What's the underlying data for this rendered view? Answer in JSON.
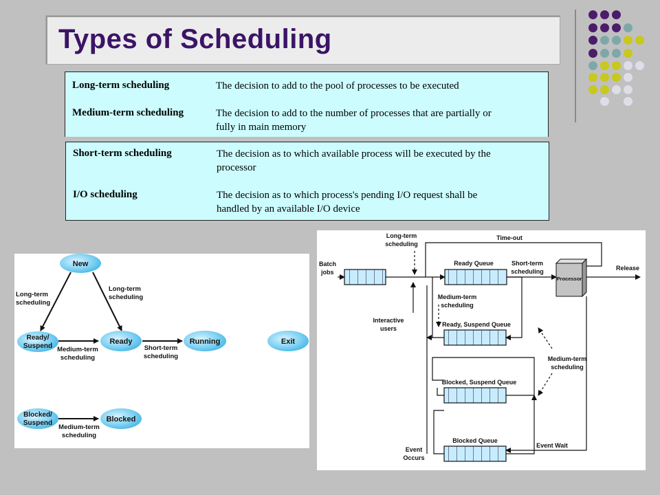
{
  "slide": {
    "title": "Types of Scheduling",
    "colors": {
      "title": "#3b1466",
      "def_bg": "#ccfcfe",
      "node_fill": "#5bc4ee"
    }
  },
  "definitions_top": [
    {
      "term": "Long-term scheduling",
      "desc": [
        "The decision to add to the pool of processes to be executed"
      ]
    },
    {
      "term": "Medium-term scheduling",
      "desc": [
        "The decision to add to the number of processes that are partially or",
        "fully in main memory"
      ]
    }
  ],
  "definitions_bottom": [
    {
      "term": "Short-term scheduling",
      "desc": [
        "The decision as to which available process will be executed by the",
        "processor"
      ]
    },
    {
      "term": "I/O scheduling",
      "desc": [
        "The decision as to which process's pending I/O request shall be",
        "handled by an available I/O device"
      ]
    }
  ],
  "state_diagram": {
    "nodes": {
      "new": "New",
      "ready_suspend": [
        "Ready/",
        "Suspend"
      ],
      "ready": "Ready",
      "running": "Running",
      "exit": "Exit",
      "blocked_suspend": [
        "Blocked/",
        "Suspend"
      ],
      "blocked": "Blocked"
    },
    "edges": {
      "new_to_rs": [
        "Long-term",
        "scheduling"
      ],
      "new_to_ready": [
        "Long-term",
        "scheduling"
      ],
      "rs_to_ready": [
        "Medium-term",
        "scheduling"
      ],
      "ready_to_running": [
        "Short-term",
        "scheduling"
      ],
      "bs_to_blocked": [
        "Medium-term",
        "scheduling"
      ]
    }
  },
  "queue_diagram": {
    "long_term": [
      "Long-term",
      "scheduling"
    ],
    "time_out": "Time-out",
    "batch_jobs": [
      "Batch",
      "jobs"
    ],
    "ready_queue": "Ready Queue",
    "short_term": [
      "Short-term",
      "scheduling"
    ],
    "processor": "Processor",
    "release": "Release",
    "medium_term_1": [
      "Medium-term",
      "scheduling"
    ],
    "interactive_users": [
      "Interactive",
      "users"
    ],
    "ready_suspend_queue": "Ready, Suspend Queue",
    "medium_term_2": [
      "Medium-term",
      "scheduling"
    ],
    "blocked_suspend_queue": "Blocked, Suspend Queue",
    "blocked_queue": "Blocked Queue",
    "event_occurs": [
      "Event",
      "Occurs"
    ],
    "event_wait": "Event Wait"
  }
}
